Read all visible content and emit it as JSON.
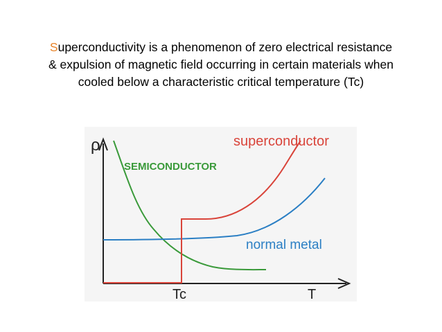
{
  "caption": {
    "first_letter": "S",
    "line1_rest": "uperconductivity is a phenomenon of zero electrical resistance",
    "line2": "& expulsion of magnetic field occurring in certain materials when",
    "line3": "cooled below a characteristic critical temperature (Tc)"
  },
  "figure": {
    "y_axis_label": "ρ",
    "x_axis_label": "T",
    "tc_label": "Tc",
    "labels": {
      "semiconductor": "SEMICONDUCTOR",
      "superconductor": "superconductor",
      "normal_metal": "normal metal"
    },
    "colors": {
      "semiconductor": "#3a9a3a",
      "superconductor": "#d9443a",
      "normal_metal": "#2b7fc4",
      "axes": "#222222",
      "accent_letter": "#e8842a"
    }
  }
}
